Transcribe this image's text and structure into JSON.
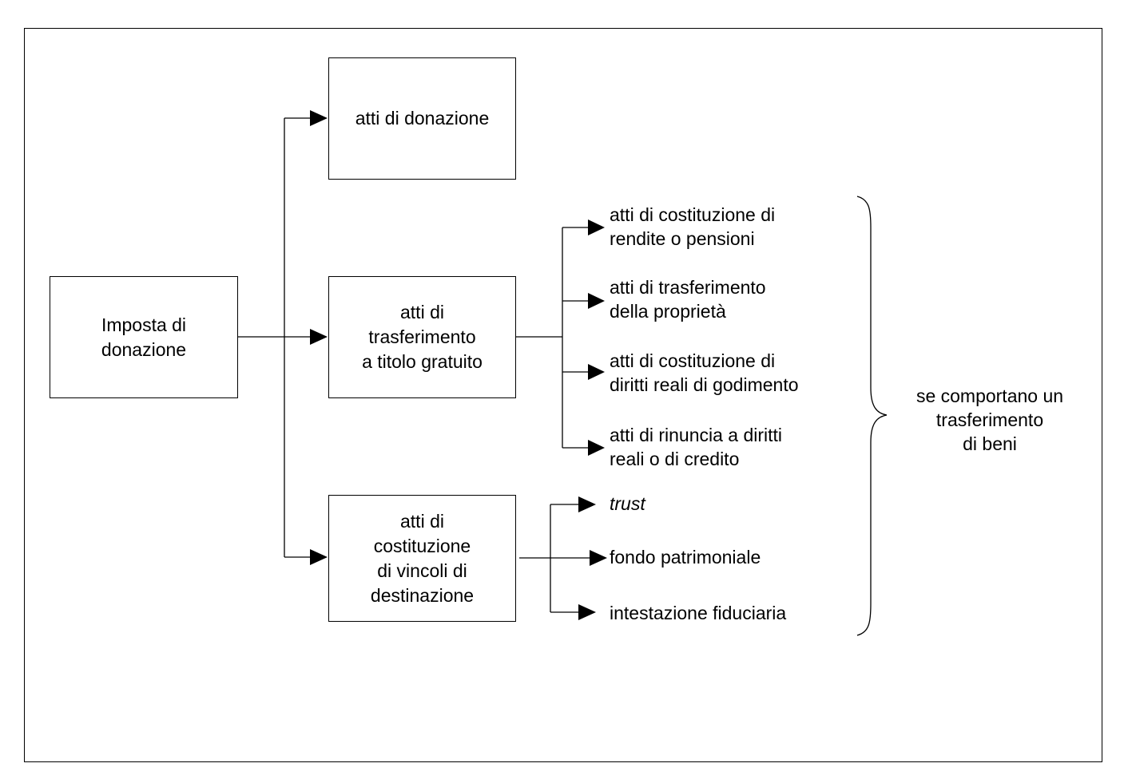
{
  "root": {
    "label": "Imposta di\ndonazione"
  },
  "branches": {
    "donazione": {
      "label": "atti di donazione"
    },
    "trasferimento": {
      "label": "atti di\ntrasferimento\na titolo gratuito"
    },
    "vincoli": {
      "label": "atti di\ncostituzione\ndi vincoli di\ndestinazione"
    }
  },
  "trasferimento_items": [
    {
      "label": "atti di costituzione di\nrendite o pensioni"
    },
    {
      "label": "atti di trasferimento\ndella proprietà"
    },
    {
      "label": "atti di costituzione di\ndiritti reali di godimento"
    },
    {
      "label": "atti di rinuncia a diritti\nreali o di credito"
    }
  ],
  "vincoli_items": [
    {
      "label": "trust"
    },
    {
      "label": "fondo patrimoniale"
    },
    {
      "label": "intestazione fiduciaria"
    }
  ],
  "brace_note": {
    "label": "se comportano un\ntrasferimento\ndi beni"
  }
}
